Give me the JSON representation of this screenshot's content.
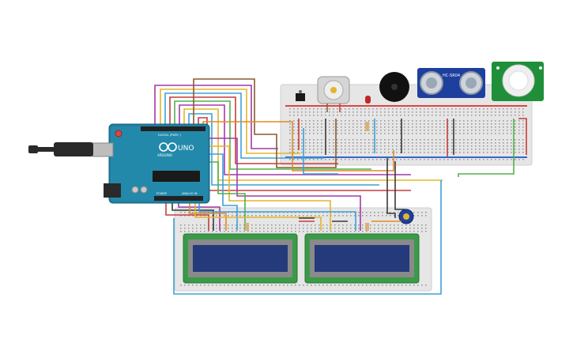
{
  "arduino": {
    "brand": "UNO",
    "subbrand": "ARDUINO",
    "digital_label": "DIGITAL (PWM~)",
    "power_label": "POWER",
    "analog_label": "ANALOG IN",
    "board_color": "#1f7fa0"
  },
  "ultrasonic": {
    "label": "HC-SR04",
    "color": "#1d3f9e"
  },
  "pir": {
    "color": "#1f8f3a"
  },
  "wire_colors": [
    "#c83c3c",
    "#a23aa8",
    "#e3b52a",
    "#3da0d8",
    "#8a5a2e",
    "#3a3a3a",
    "#e08a2a",
    "#52b04a"
  ],
  "lcd_count": 2,
  "breadboard_color": "#e4e4e4"
}
